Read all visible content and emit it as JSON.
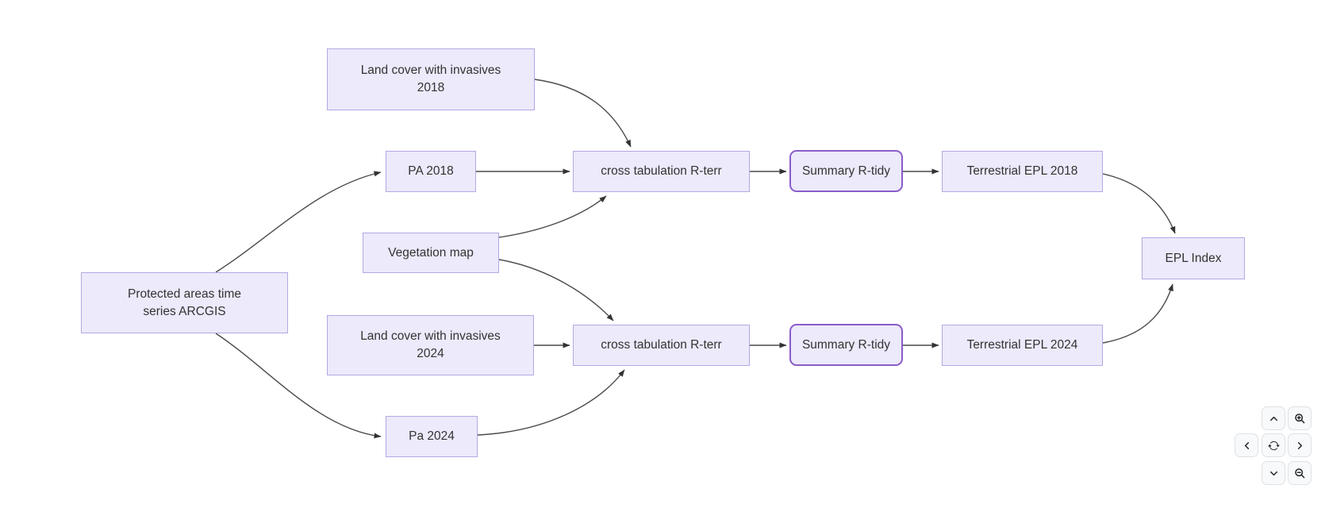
{
  "app": {
    "background_color": "#ffffff"
  },
  "diagram": {
    "type": "flowchart",
    "direction": "left-to-right",
    "colors": {
      "node_fill": "#ECEAFB",
      "node_border": "#b7a6e4",
      "rounded_node_border": "#8a5cc9",
      "edge": "#4a4a4a",
      "text": "#333333"
    }
  },
  "nodes": {
    "land_cover_2018": {
      "label": "Land cover with invasives\n2018",
      "shape": "rect"
    },
    "pa_2018": {
      "label": "PA 2018",
      "shape": "rect"
    },
    "cross_tab_2018": {
      "label": "cross tabulation R-terr",
      "shape": "rect"
    },
    "summary_2018": {
      "label": "Summary R-tidy",
      "shape": "rounded"
    },
    "terrestrial_epl_2018": {
      "label": "Terrestrial EPL 2018",
      "shape": "rect"
    },
    "vegetation_map": {
      "label": "Vegetation map",
      "shape": "rect"
    },
    "protected_areas": {
      "label": "Protected areas time\nseries ARCGIS",
      "shape": "rect"
    },
    "land_cover_2024": {
      "label": "Land cover with invasives\n2024",
      "shape": "rect"
    },
    "cross_tab_2024": {
      "label": "cross tabulation R-terr",
      "shape": "rect"
    },
    "summary_2024": {
      "label": "Summary R-tidy",
      "shape": "rounded"
    },
    "terrestrial_epl_2024": {
      "label": "Terrestrial EPL 2024",
      "shape": "rect"
    },
    "pa_2024": {
      "label": "Pa 2024",
      "shape": "rect"
    },
    "epl_index": {
      "label": "EPL Index",
      "shape": "rect"
    }
  },
  "edges": [
    {
      "from": "land_cover_2018",
      "to": "cross_tab_2018"
    },
    {
      "from": "pa_2018",
      "to": "cross_tab_2018"
    },
    {
      "from": "vegetation_map",
      "to": "cross_tab_2018"
    },
    {
      "from": "vegetation_map",
      "to": "cross_tab_2024"
    },
    {
      "from": "protected_areas",
      "to": "pa_2018"
    },
    {
      "from": "protected_areas",
      "to": "pa_2024"
    },
    {
      "from": "land_cover_2024",
      "to": "cross_tab_2024"
    },
    {
      "from": "pa_2024",
      "to": "cross_tab_2024"
    },
    {
      "from": "cross_tab_2018",
      "to": "summary_2018"
    },
    {
      "from": "summary_2018",
      "to": "terrestrial_epl_2018"
    },
    {
      "from": "cross_tab_2024",
      "to": "summary_2024"
    },
    {
      "from": "summary_2024",
      "to": "terrestrial_epl_2024"
    },
    {
      "from": "terrestrial_epl_2018",
      "to": "epl_index"
    },
    {
      "from": "terrestrial_epl_2024",
      "to": "epl_index"
    }
  ],
  "controls": {
    "buttons": [
      {
        "id": "pan-up",
        "icon": "chevron-up-icon"
      },
      {
        "id": "zoom-in",
        "icon": "zoom-in-icon"
      },
      {
        "id": "pan-left",
        "icon": "chevron-left-icon"
      },
      {
        "id": "reset-view",
        "icon": "refresh-icon"
      },
      {
        "id": "pan-right",
        "icon": "chevron-right-icon"
      },
      {
        "id": "pan-down",
        "icon": "chevron-down-icon"
      },
      {
        "id": "zoom-out",
        "icon": "zoom-out-icon"
      }
    ]
  }
}
